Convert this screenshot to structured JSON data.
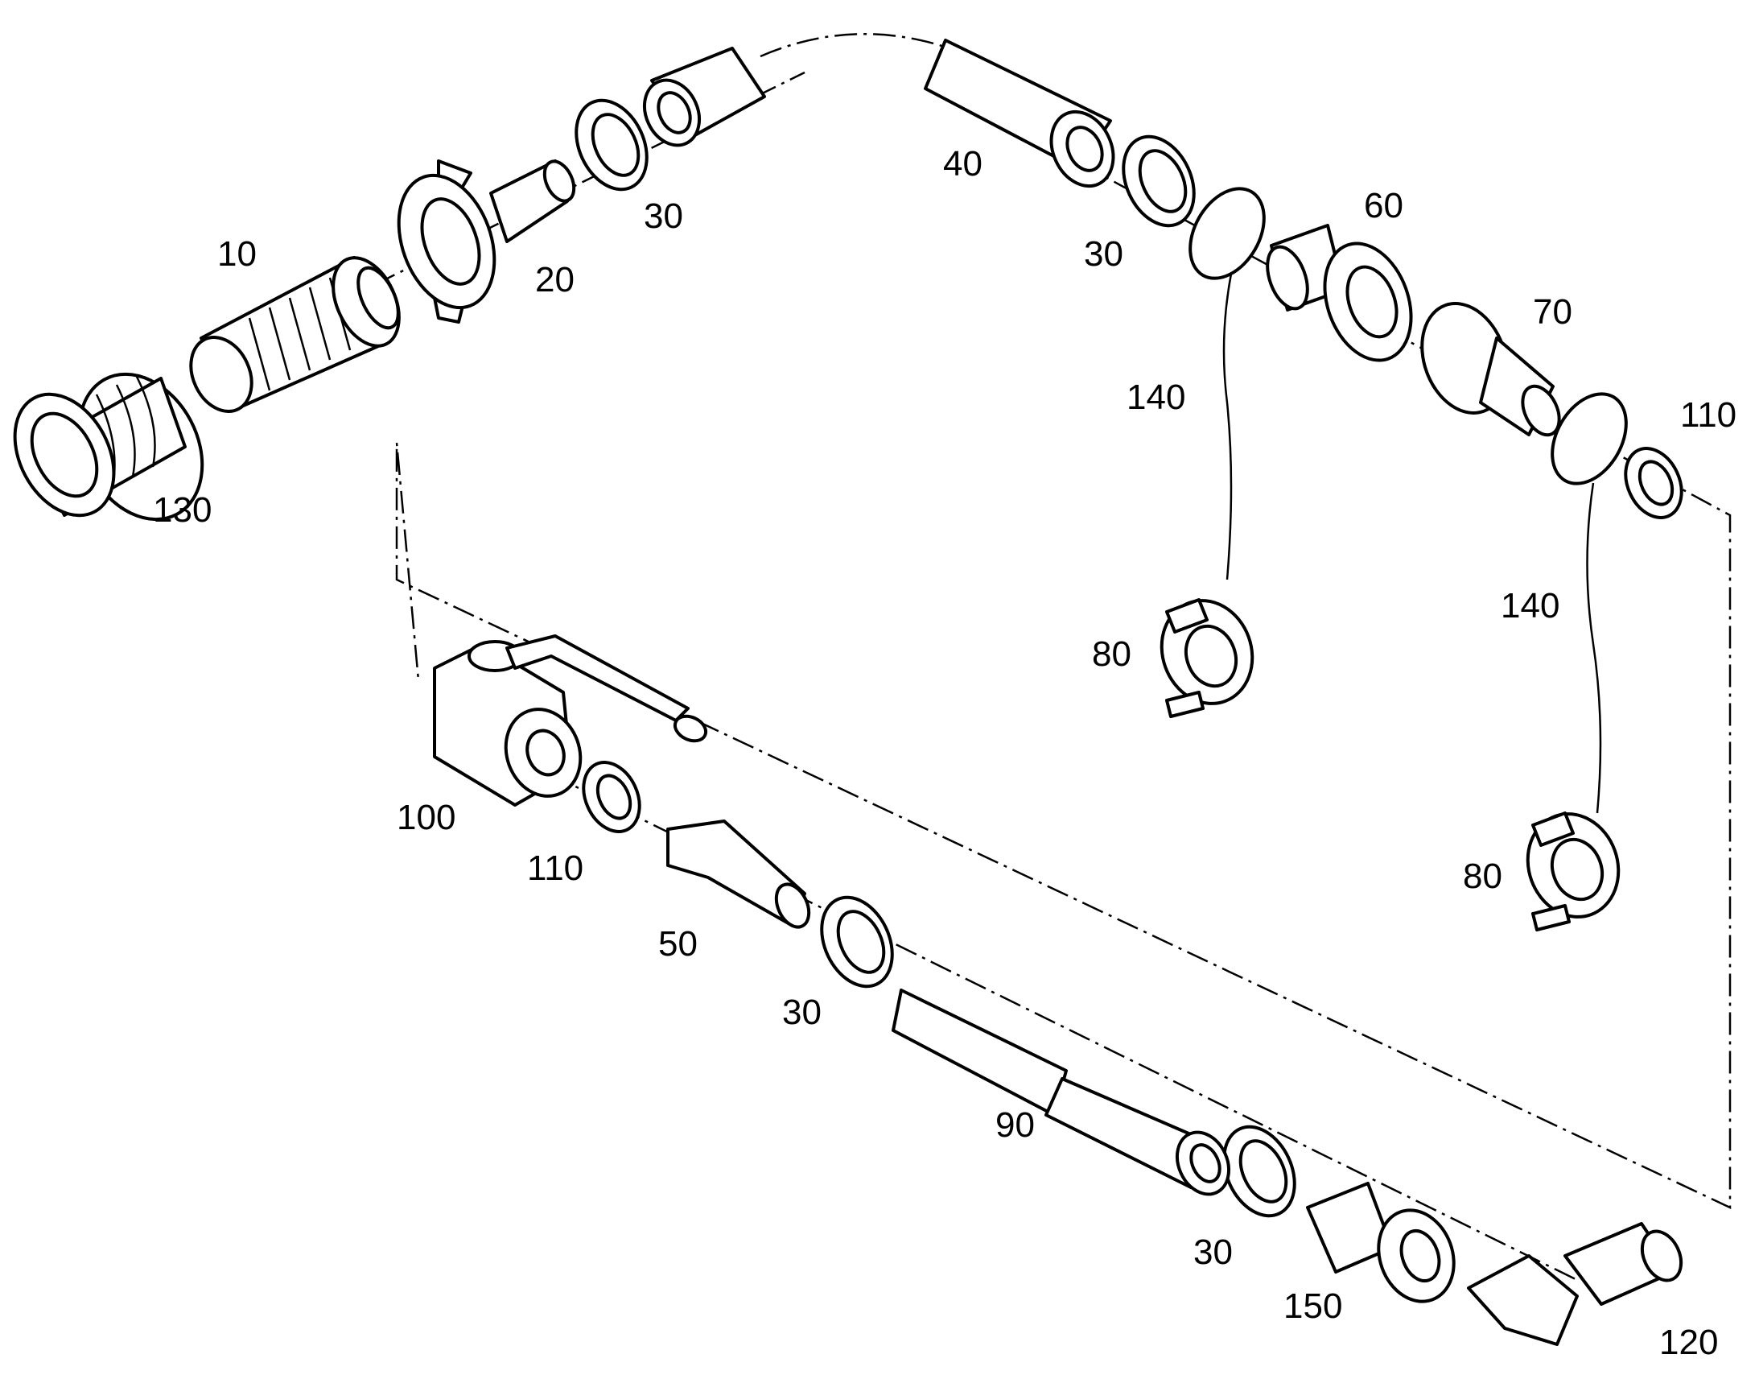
{
  "diagram": {
    "labels": {
      "l10": "10",
      "l20": "20",
      "l30a": "30",
      "l30b": "30",
      "l30c": "30",
      "l30d": "30",
      "l40": "40",
      "l50": "50",
      "l60": "60",
      "l70": "70",
      "l80a": "80",
      "l80b": "80",
      "l90": "90",
      "l100": "100",
      "l110a": "110",
      "l110b": "110",
      "l120": "120",
      "l130": "130",
      "l140a": "140",
      "l140b": "140",
      "l150": "150"
    }
  }
}
